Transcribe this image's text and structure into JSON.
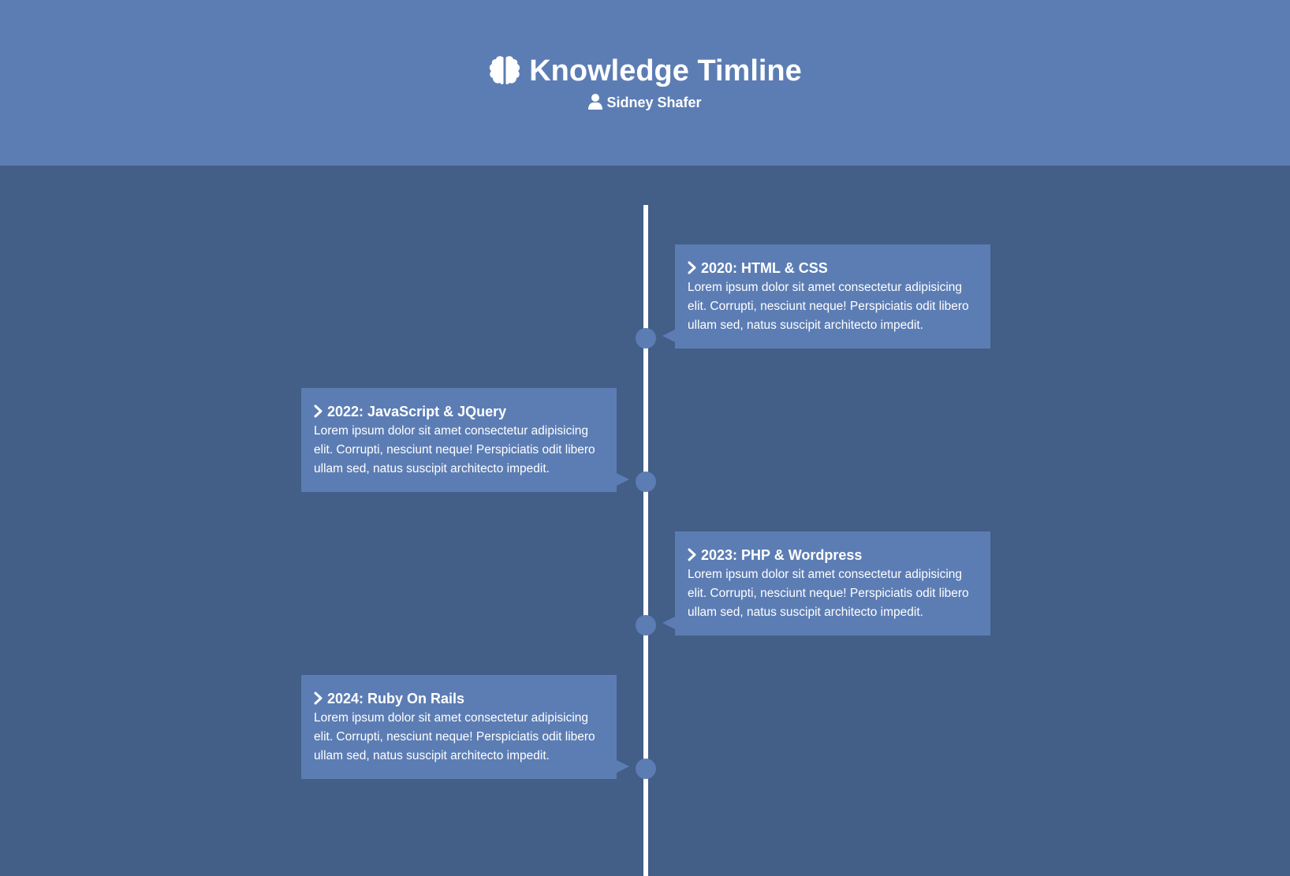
{
  "header": {
    "title": "Knowledge Timline",
    "title_icon": "brain-icon",
    "author": "Sidney Shafer",
    "author_icon": "user-icon"
  },
  "timeline": {
    "entries": [
      {
        "side": "right",
        "icon": "chevron-right-icon",
        "title": "2020: HTML & CSS",
        "text": "Lorem ipsum dolor sit amet consectetur adipisicing elit. Corrupti, nesciunt neque! Perspiciatis odit libero ullam sed, natus suscipit architecto impedit."
      },
      {
        "side": "left",
        "icon": "chevron-right-icon",
        "title": "2022: JavaScript & JQuery",
        "text": "Lorem ipsum dolor sit amet consectetur adipisicing elit. Corrupti, nesciunt neque! Perspiciatis odit libero ullam sed, natus suscipit architecto impedit."
      },
      {
        "side": "right",
        "icon": "chevron-right-icon",
        "title": "2023: PHP & Wordpress",
        "text": "Lorem ipsum dolor sit amet consectetur adipisicing elit. Corrupti, nesciunt neque! Perspiciatis odit libero ullam sed, natus suscipit architecto impedit."
      },
      {
        "side": "left",
        "icon": "chevron-right-icon",
        "title": "2024: Ruby On Rails",
        "text": "Lorem ipsum dolor sit amet consectetur adipisicing elit. Corrupti, nesciunt neque! Perspiciatis odit libero ullam sed, natus suscipit architecto impedit."
      }
    ]
  },
  "colors": {
    "header_background": "#5c7db4",
    "page_background": "#435e87",
    "card_background": "#5c7db4",
    "line": "#ffffff",
    "text": "#ffffff"
  }
}
